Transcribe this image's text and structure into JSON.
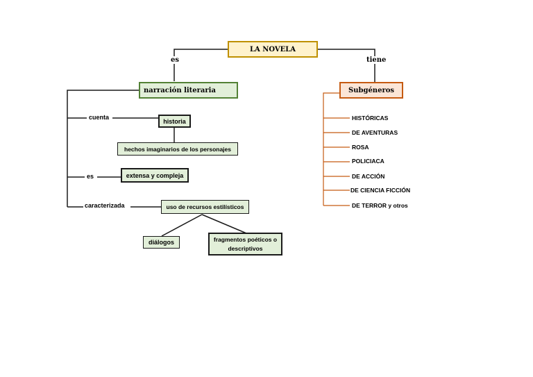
{
  "root": {
    "title": "LA NOVELA"
  },
  "links": {
    "es_left": "es",
    "tiene": "tiene",
    "cuenta": "cuenta",
    "es": "es",
    "caracterizada": "caracterizada"
  },
  "left": {
    "main": "narración literaria",
    "historia": "historia",
    "hechos": "hechos imaginarios de los personajes",
    "extensa": "extensa y compleja",
    "recursos": "uso de recursos estilísticos",
    "dialogos": "diálogos",
    "fragmentos": "fragmentos poéticos o descriptivos"
  },
  "right": {
    "main": "Subgéneros",
    "items": [
      "HISTÓRICAS",
      "DE AVENTURAS",
      "ROSA",
      "POLICIACA",
      "DE ACCIÓN",
      "DE CIENCIA FICCIÓN",
      "DE TERROR y otros"
    ]
  },
  "colors": {
    "root_fill": "#fff2cc",
    "root_border": "#bf9000",
    "green_fill": "#e2efd9",
    "green_border": "#538135",
    "sub_fill": "#fbe5d6",
    "sub_border": "#c55a11",
    "orange_line": "#c55a11"
  }
}
